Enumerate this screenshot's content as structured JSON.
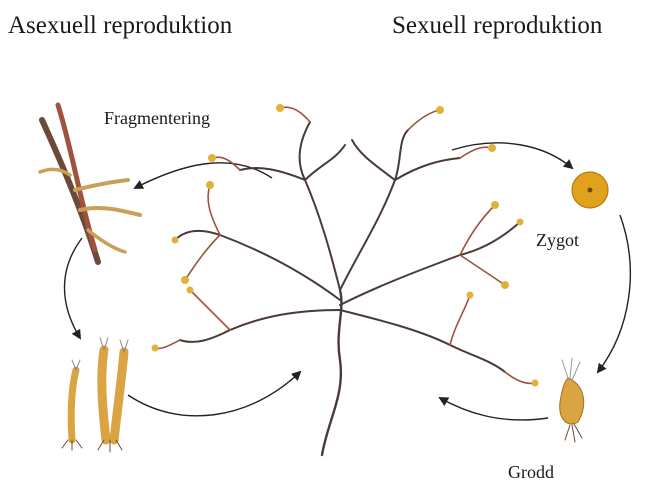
{
  "headings": {
    "asexual": "Asexuell reproduktion",
    "sexual": "Sexuell reproduktion"
  },
  "labels": {
    "fragmentation": "Fragmentering",
    "zygote": "Zygot",
    "sprout": "Grodd"
  },
  "colors": {
    "stem": "#6b4a3a",
    "branch_dark": "#4a3a3a",
    "branch_red": "#a0523d",
    "tip_yellow": "#e0b23a",
    "tip_gray": "#8a8a8a",
    "zygote": "#e2a11c",
    "arrow": "#222222"
  }
}
